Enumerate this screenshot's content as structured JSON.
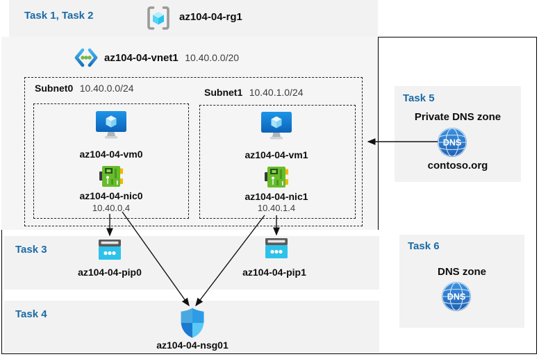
{
  "colors": {
    "accent_blue": "#1A6AA6",
    "panel_gray": "#F2F2F2",
    "vnet_fill": "#F5F5F5",
    "arrow_black": "#111111",
    "dns_blue": "#2E7FD2",
    "nic_green": "#67BC2D",
    "pip_cyan": "#2EC2EA",
    "rg_cube_cyan": "#29C2EF"
  },
  "header": {
    "task_label": "Task 1, Task 2",
    "resource_group": "az104-04-rg1"
  },
  "vnet": {
    "name": "az104-04-vnet1",
    "cidr": "10.40.0.0/20"
  },
  "subnets": [
    {
      "name": "Subnet0",
      "cidr": "10.40.0.0/24",
      "vm_name": "az104-04-vm0",
      "nic_name": "az104-04-nic0",
      "nic_ip": "10.40.0.4"
    },
    {
      "name": "Subnet1",
      "cidr": "10.40.1.0/24",
      "vm_name": "az104-04-vm1",
      "nic_name": "az104-04-nic1",
      "nic_ip": "10.40.1.4"
    }
  ],
  "task3": {
    "task_label": "Task 3",
    "pip0": "az104-04-pip0",
    "pip1": "az104-04-pip1"
  },
  "task4": {
    "task_label": "Task 4",
    "nsg_name": "az104-04-nsg01"
  },
  "task5": {
    "task_label": "Task 5",
    "title": "Private DNS zone",
    "zone_name": "contoso.org"
  },
  "task6": {
    "task_label": "Task 6",
    "title": "DNS zone"
  },
  "icons": {
    "dns_label": "DNS"
  }
}
